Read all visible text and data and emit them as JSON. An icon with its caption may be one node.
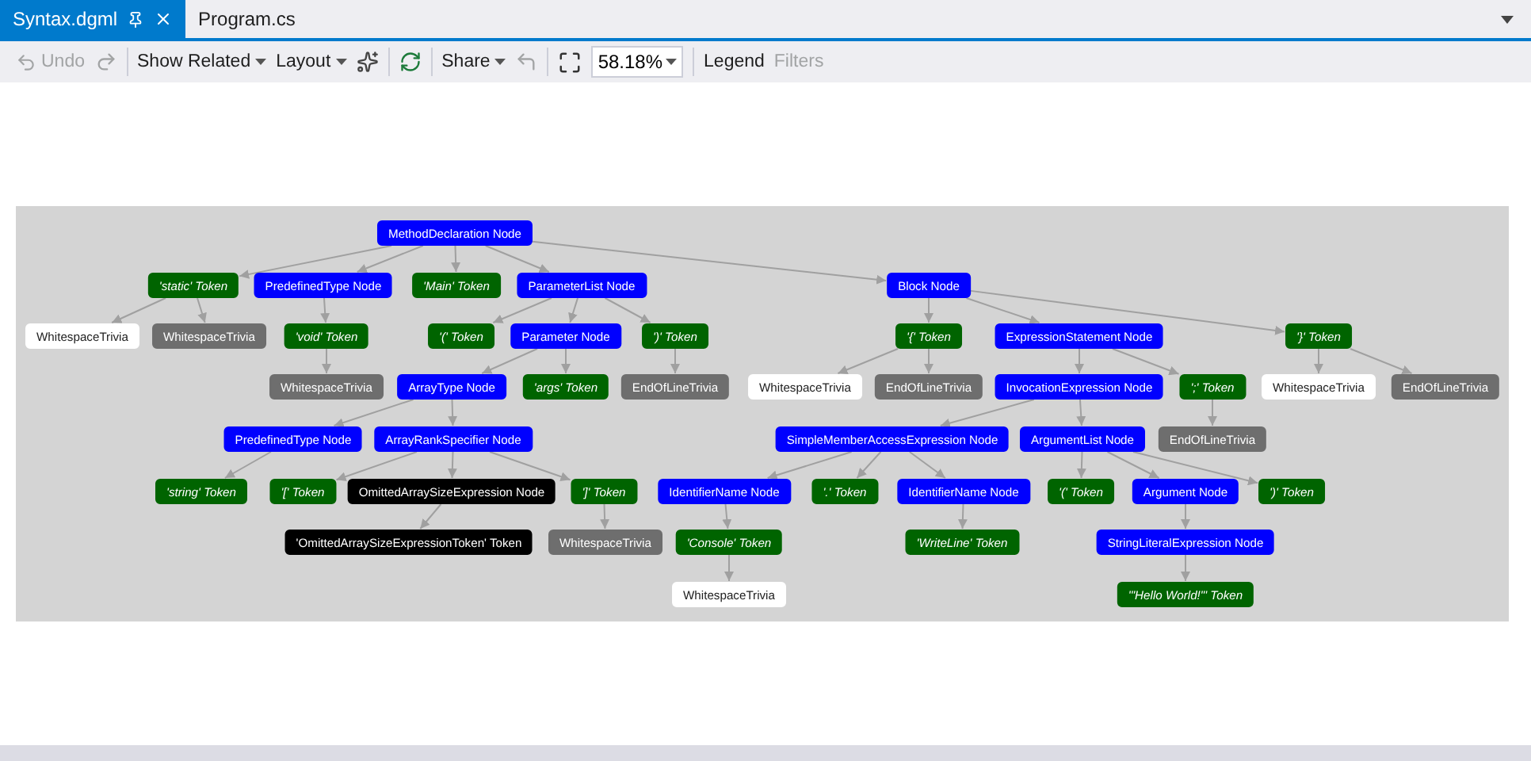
{
  "diagram": {
    "nodes": [
      {
        "text": [
          "MethodDeclaration Node"
        ]
      },
      {
        "text": [
          "'static' Token"
        ]
      },
      {
        "text": [
          "PredefinedType Node"
        ]
      },
      {
        "text": [
          "'Main' Token"
        ]
      },
      {
        "text": [
          "ParameterList Node"
        ]
      },
      {
        "text": [
          "Block Node"
        ]
      },
      {
        "text": [
          "WhitespaceTrivia"
        ]
      },
      {
        "text": [
          "WhitespaceTrivia"
        ]
      },
      {
        "text": [
          "'void' Token"
        ]
      },
      {
        "text": [
          "'(' Token"
        ]
      },
      {
        "text": [
          "Parameter Node"
        ]
      },
      {
        "text": [
          "')' Token"
        ]
      },
      {
        "text": [
          "'{' Token"
        ]
      },
      {
        "text": [
          "ExpressionStatement Node"
        ]
      },
      {
        "text": [
          "'}' Token"
        ]
      },
      {
        "text": [
          "WhitespaceTrivia"
        ]
      },
      {
        "text": [
          "ArrayType Node"
        ]
      },
      {
        "text": [
          "'args' Token"
        ]
      },
      {
        "text": [
          "EndOfLineTrivia"
        ]
      },
      {
        "text": [
          "WhitespaceTrivia"
        ]
      },
      {
        "text": [
          "EndOfLineTrivia"
        ]
      },
      {
        "text": [
          "InvocationExpression Node"
        ]
      },
      {
        "text": [
          "';' Token"
        ]
      },
      {
        "text": [
          "WhitespaceTrivia"
        ]
      },
      {
        "text": [
          "EndOfLineTrivia"
        ]
      },
      {
        "text": [
          "PredefinedType Node"
        ]
      },
      {
        "text": [
          "ArrayRankSpecifier Node"
        ]
      },
      {
        "text": [
          "SimpleMemberAccessExpression Node"
        ]
      },
      {
        "text": [
          "ArgumentList Node"
        ]
      },
      {
        "text": [
          "EndOfLineTrivia"
        ]
      },
      {
        "text": [
          "'string' Token"
        ]
      },
      {
        "text": [
          "'[' Token"
        ]
      },
      {
        "text": [
          "OmittedArraySizeExpression Node"
        ]
      },
      {
        "text": [
          "']' Token"
        ]
      },
      {
        "text": [
          "IdentifierName Node"
        ]
      },
      {
        "text": [
          "'.' Token"
        ]
      },
      {
        "text": [
          "IdentifierName Node"
        ]
      },
      {
        "text": [
          "'(' Token"
        ]
      },
      {
        "text": [
          "Argument Node"
        ]
      },
      {
        "text": [
          "')' Token"
        ]
      },
      {
        "text": [
          "'OmittedArraySizeExpressionToken' Token"
        ]
      },
      {
        "text": [
          "WhitespaceTrivia"
        ]
      },
      {
        "text": [
          "'Console' Token"
        ]
      },
      {
        "text": [
          "'WriteLine' Token"
        ]
      },
      {
        "text": [
          "StringLiteralExpression Node"
        ]
      },
      {
        "text": [
          "WhitespaceTrivia"
        ]
      },
      {
        "text": [
          "'\"Hello World!\"' Token"
        ]
      }
    ],
    "edges": [
      {
        "from": 0,
        "to": 1,
        "arrow": "to"
      },
      {
        "from": 0,
        "to": 2,
        "arrow": "to"
      },
      {
        "from": 0,
        "to": 3,
        "arrow": "to"
      },
      {
        "from": 0,
        "to": 4,
        "arrow": "to"
      },
      {
        "from": 0,
        "to": 5,
        "arrow": "to"
      },
      {
        "from": 1,
        "to": 6,
        "arrow": "to"
      },
      {
        "from": 1,
        "to": 7,
        "arrow": "to"
      },
      {
        "from": 2,
        "to": 8,
        "arrow": "to"
      },
      {
        "from": 4,
        "to": 9,
        "arrow": "to"
      },
      {
        "from": 4,
        "to": 10,
        "arrow": "to"
      },
      {
        "from": 4,
        "to": 11,
        "arrow": "to"
      },
      {
        "from": 5,
        "to": 12,
        "arrow": "to"
      },
      {
        "from": 5,
        "to": 13,
        "arrow": "to"
      },
      {
        "from": 5,
        "to": 14,
        "arrow": "to"
      },
      {
        "from": 8,
        "to": 15,
        "arrow": "to"
      },
      {
        "from": 10,
        "to": 16,
        "arrow": "to"
      },
      {
        "from": 10,
        "to": 17,
        "arrow": "to"
      },
      {
        "from": 11,
        "to": 18,
        "arrow": "to"
      },
      {
        "from": 12,
        "to": 19,
        "arrow": "to"
      },
      {
        "from": 12,
        "to": 20,
        "arrow": "to"
      },
      {
        "from": 13,
        "to": 21,
        "arrow": "to"
      },
      {
        "from": 13,
        "to": 22,
        "arrow": "to"
      },
      {
        "from": 14,
        "to": 23,
        "arrow": "to"
      },
      {
        "from": 14,
        "to": 24,
        "arrow": "to"
      },
      {
        "from": 16,
        "to": 25,
        "arrow": "to"
      },
      {
        "from": 16,
        "to": 26,
        "arrow": "to"
      },
      {
        "from": 21,
        "to": 27,
        "arrow": "to"
      },
      {
        "from": 21,
        "to": 28,
        "arrow": "to"
      },
      {
        "from": 22,
        "to": 29,
        "arrow": "to"
      },
      {
        "from": 25,
        "to": 30,
        "arrow": "to"
      },
      {
        "from": 26,
        "to": 31,
        "arrow": "to"
      },
      {
        "from": 26,
        "to": 32,
        "arrow": "to"
      },
      {
        "from": 26,
        "to": 33,
        "arrow": "to"
      },
      {
        "from": 27,
        "to": 34,
        "arrow": "to"
      },
      {
        "from": 27,
        "to": 35,
        "arrow": "to"
      },
      {
        "from": 27,
        "to": 36,
        "arrow": "to"
      },
      {
        "from": 28,
        "to": 37,
        "arrow": "to"
      },
      {
        "from": 28,
        "to": 38,
        "arrow": "to"
      },
      {
        "from": 28,
        "to": 39,
        "arrow": "to"
      },
      {
        "from": 32,
        "to": 40,
        "arrow": "to"
      },
      {
        "from": 33,
        "to": 41,
        "arrow": "to"
      },
      {
        "from": 34,
        "to": 42,
        "arrow": "to"
      },
      {
        "from": 36,
        "to": 43,
        "arrow": "to"
      },
      {
        "from": 38,
        "to": 44,
        "arrow": "to"
      },
      {
        "from": 42,
        "to": 45,
        "arrow": "to"
      },
      {
        "from": 44,
        "to": 46,
        "arrow": "to"
      }
    ],
    "labels": [
      "Syntax.dgml",
      "Program.cs",
      "Undo",
      "Show Related",
      "Layout",
      "Share",
      "58.18%",
      "Legend",
      "Filters"
    ]
  }
}
